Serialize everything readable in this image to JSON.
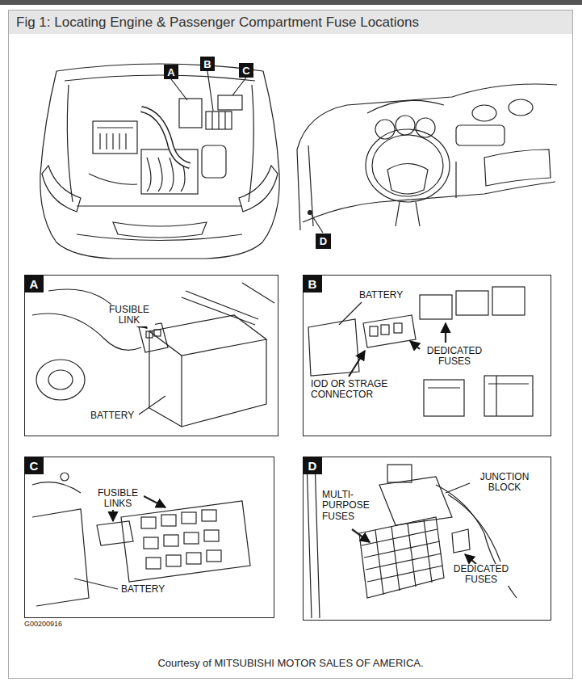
{
  "diagram": {
    "title": "Fig 1: Locating Engine & Passenger Compartment Fuse Locations",
    "caption": "Courtesy of MITSUBISHI MOTOR SALES OF AMERICA.",
    "nodes": [
      {
        "text": [
          "A"
        ]
      },
      {
        "text": [
          "B"
        ]
      },
      {
        "text": [
          "C"
        ]
      },
      {
        "text": [
          "D"
        ]
      },
      {
        "text": [
          "FUSIBLE LINK",
          "BATTERY"
        ]
      },
      {
        "text": [
          "A"
        ],
        "in": 4
      },
      {
        "text": [
          "BATTERY",
          "DEDICATED FUSES",
          "IOD OR STRAGE CONNECTOR"
        ]
      },
      {
        "text": [
          "B"
        ],
        "in": 6
      },
      {
        "text": [
          "FUSIBLE LINKS",
          "BATTERY"
        ]
      },
      {
        "text": [
          "C"
        ],
        "in": 8
      },
      {
        "text": [
          "JUNCTION BLOCK",
          "MULTI-PURPOSE FUSES",
          "DEDICATED FUSES"
        ]
      },
      {
        "text": [
          "D"
        ],
        "in": 10
      }
    ],
    "labels": [
      "G00200916"
    ]
  }
}
